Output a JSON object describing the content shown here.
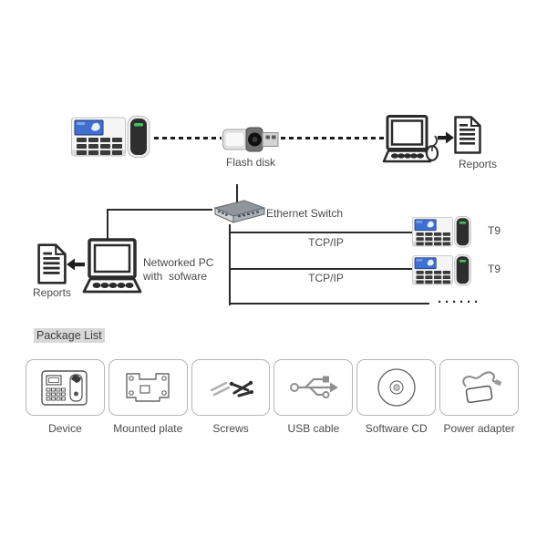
{
  "top_flow": {
    "flash_disk_label": "Flash disk",
    "reports_label": "Reports"
  },
  "network": {
    "switch_label": "Ethernet Switch",
    "tcp_label_1": "TCP/IP",
    "tcp_label_2": "TCP/IP",
    "pc_line1": "Networked PC",
    "pc_line2": "with  sofware",
    "reports_label": "Reports",
    "t9_label_1": "T9",
    "t9_label_2": "T9",
    "more_dots": "······"
  },
  "package_list": {
    "title": "Package List",
    "items": [
      {
        "label": "Device",
        "icon": "device-icon"
      },
      {
        "label": "Mounted plate",
        "icon": "mounted-plate-icon"
      },
      {
        "label": "Screws",
        "icon": "screws-icon"
      },
      {
        "label": "USB cable",
        "icon": "usb-cable-icon"
      },
      {
        "label": "Software CD",
        "icon": "software-cd-icon"
      },
      {
        "label": "Power adapter",
        "icon": "power-adapter-icon"
      }
    ]
  },
  "colors": {
    "line": "#2b2b2b",
    "text": "#4a4a4a",
    "screen_blue": "#3f6fd0",
    "led_green": "#46c05a",
    "highlight": "#d8d8d8",
    "box_border": "#b5b5b5"
  }
}
